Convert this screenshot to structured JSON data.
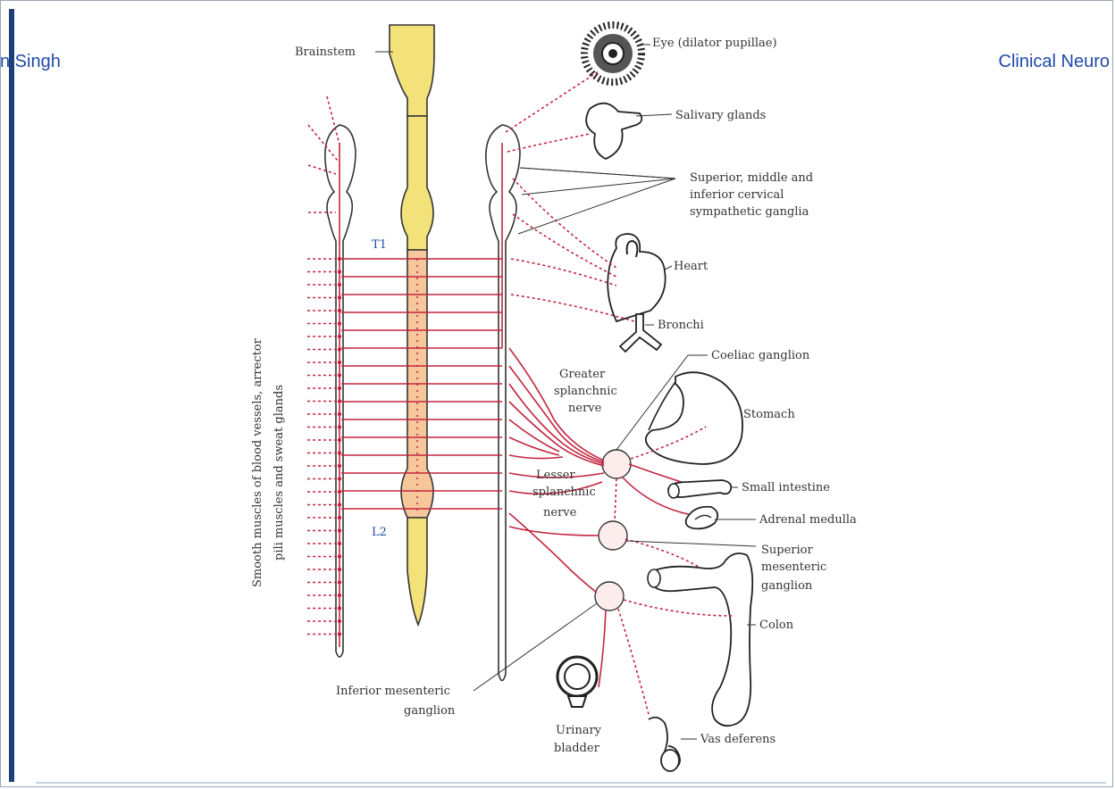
{
  "header": {
    "left_text": "n Singh",
    "right_text": "Clinical Neuro"
  },
  "diagram": {
    "labels": {
      "brainstem": "Brainstem",
      "eye": "Eye (dilator pupillae)",
      "salivary": "Salivary glands",
      "cervical_1": "Superior, middle and",
      "cervical_2": "inferior cervical",
      "cervical_3": "sympathetic ganglia",
      "heart": "Heart",
      "bronchi": "Bronchi",
      "coeliac": "Coeliac ganglion",
      "stomach": "Stomach",
      "greater_1": "Greater",
      "greater_2": "splanchnic",
      "greater_3": "nerve",
      "lesser_1": "Lesser",
      "lesser_2": "splanchnic",
      "lesser_3": "nerve",
      "small_intestine": "Small intestine",
      "adrenal": "Adrenal medulla",
      "sup_mes_1": "Superior",
      "sup_mes_2": "mesenteric",
      "sup_mes_3": "ganglion",
      "colon": "Colon",
      "inf_mes_1": "Inferior mesenteric",
      "inf_mes_2": "ganglion",
      "bladder_1": "Urinary",
      "bladder_2": "bladder",
      "vas": "Vas deferens",
      "t1": "T1",
      "l2": "L2",
      "vertical_1": "Smooth muscles of blood vessels, arrector",
      "vertical_2": "pili muscles and sweat glands"
    },
    "colors": {
      "nerve": "#c3253f",
      "cord_upper": "#f3e27a",
      "cord_lower": "#f6c79a",
      "header_text": "#1f4aa8"
    }
  }
}
